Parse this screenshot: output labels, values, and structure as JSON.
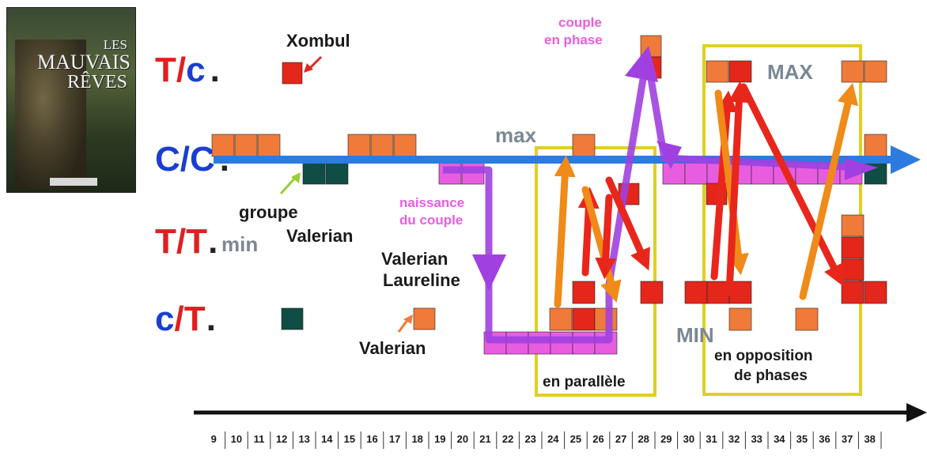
{
  "cover": {
    "title_line1": "LES",
    "title_line2": "MAUVAIS",
    "title_line3": "RÊVES"
  },
  "rows": [
    {
      "left": "T",
      "slash": "/",
      "right": "c",
      "left_color": "#e02020",
      "right_color": "#1a3fd0",
      "dot": "."
    },
    {
      "left": "C",
      "slash": "/",
      "right": "C",
      "left_color": "#1a3fd0",
      "right_color": "#1a3fd0",
      "dot": "."
    },
    {
      "left": "T",
      "slash": "/",
      "right": "T",
      "left_color": "#e02020",
      "right_color": "#e02020",
      "dot": "."
    },
    {
      "left": "c",
      "slash": "/",
      "right": "T",
      "left_color": "#1a3fd0",
      "right_color": "#e02020",
      "dot": "."
    }
  ],
  "pages": [
    "9",
    "10",
    "11",
    "12",
    "13",
    "14",
    "15",
    "16",
    "17",
    "18",
    "19",
    "20",
    "21",
    "22",
    "23",
    "24",
    "25",
    "26",
    "27",
    "28",
    "29",
    "30",
    "31",
    "32",
    "33",
    "34",
    "35",
    "36",
    "37",
    "38"
  ],
  "labels": {
    "xombul": "Xombul",
    "groupe": "groupe",
    "valerian_group": "Valerian",
    "min": "min",
    "valerian_laureline_1": "Valerian",
    "valerian_laureline_2": "Laureline",
    "valerian_single": "Valerian",
    "naissance_1": "naissance",
    "naissance_2": "du couple",
    "couple_phase_1": "couple",
    "couple_phase_2": "en phase",
    "max": "max",
    "max_upper": "MAX",
    "min_upper": "MIN",
    "en_parallele": "en parallèle",
    "opposition_1": "en opposition",
    "opposition_2": "de phases"
  },
  "colors": {
    "orange": "#f07a3a",
    "red": "#e4261b",
    "dark_teal": "#0f4d45",
    "magenta": "#e85de0",
    "purple": "#a040e0",
    "blue": "#2b7be0",
    "yellow_frame": "#e0d020",
    "arrow_orange": "#f08a18",
    "arrow_red": "#e8261c"
  }
}
